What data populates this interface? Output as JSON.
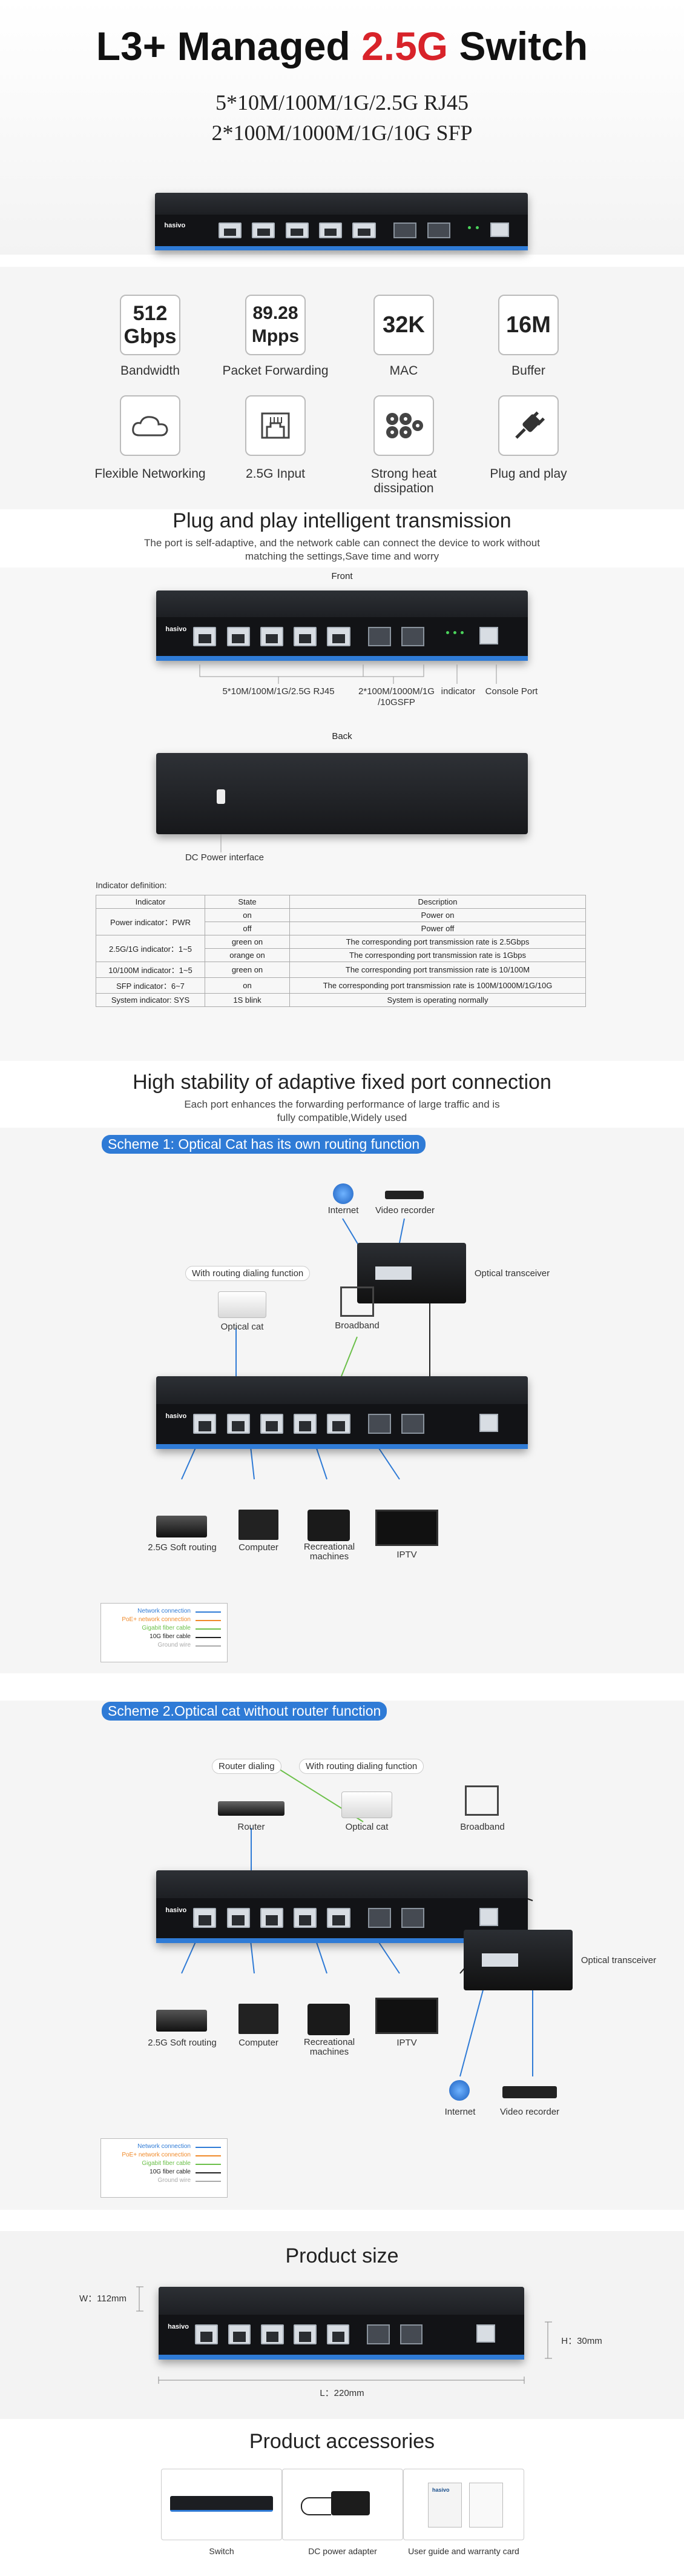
{
  "header": {
    "title_a": "L3+ Managed ",
    "title_b": "2.5G",
    "title_c": " Switch",
    "line1": "5*10M/100M/1G/2.5G RJ45",
    "line2": "2*100M/1000M/1G/10G SFP",
    "brand": "hasivo"
  },
  "features": [
    {
      "value": "512\nGbps",
      "label": "Bandwidth"
    },
    {
      "value": "89.28\nMpps",
      "label": "Packet Forwarding"
    },
    {
      "value": "32K",
      "label": "MAC"
    },
    {
      "value": "16M",
      "label": "Buffer"
    },
    {
      "icon": "cloud-icon",
      "label": "Flexible Networking"
    },
    {
      "icon": "rj45-icon",
      "label": "2.5G Input"
    },
    {
      "icon": "fan-icon",
      "label": "Strong heat dissipation"
    },
    {
      "icon": "plug-icon",
      "label": "Plug and play"
    }
  ],
  "plug": {
    "title": "Plug and play intelligent transmission",
    "desc1": "The port is self-adaptive, and the network cable can connect the device to work without",
    "desc2": "matching the settings,Save time and worry",
    "front": "Front",
    "back": "Back",
    "rj45": "5*10M/100M/1G/2.5G RJ45",
    "sfp1": "2*100M/1000M/1G",
    "sfp2": "/10GSFP",
    "indicator": "indicator",
    "console": "Console Port",
    "dc": "DC Power interface",
    "def": "Indicator definition:"
  },
  "table": {
    "headers": [
      "Indicator",
      "State",
      "Description"
    ],
    "rows": [
      [
        "Power indicator：PWR",
        "on",
        "Power on"
      ],
      [
        "",
        "off",
        "Power off"
      ],
      [
        "2.5G/1G indicator：1~5",
        "green on",
        "The corresponding port transmission rate is 2.5Gbps"
      ],
      [
        "",
        "orange on",
        "The corresponding port transmission rate is 1Gbps"
      ],
      [
        "10/100M indicator：1~5",
        "green on",
        "The corresponding port transmission rate is 10/100M"
      ],
      [
        "SFP indicator：6~7",
        "on",
        "The corresponding port transmission rate is 100M/1000M/1G/10G"
      ],
      [
        "System indicator: SYS",
        "1S blink",
        "System is operating normally"
      ]
    ]
  },
  "stab": {
    "title": "High stability of adaptive fixed port connection",
    "d1": "Each port enhances the forwarding performance of large traffic and is",
    "d2": "fully compatible,Widely used"
  },
  "s1": {
    "banner": "Scheme 1: Optical Cat has its own routing function",
    "internet": "Internet",
    "video": "Video recorder",
    "transceiver": "Optical transceiver",
    "bubble": "With routing dialing function",
    "ocat": "Optical cat",
    "broadband": "Broadband",
    "d1": "2.5G Soft routing",
    "d2": "Computer",
    "d3": "Recreational machines",
    "d4": "IPTV"
  },
  "s2": {
    "banner": "Scheme 2.Optical cat without router function",
    "bubble1": "Router dialing",
    "bubble2": "With routing dialing function",
    "router": "Router",
    "ocat": "Optical cat",
    "broadband": "Broadband",
    "d1": "2.5G Soft routing",
    "d2": "Computer",
    "d3": "Recreational machines",
    "d4": "IPTV",
    "transceiver": "Optical transceiver",
    "internet": "Internet",
    "video": "Video recorder"
  },
  "legend": [
    {
      "label": "Network connection",
      "color": "#2f7bd6"
    },
    {
      "label": "PoE+ network connection",
      "color": "#f08a2a"
    },
    {
      "label": "Gigabit fiber cable",
      "color": "#6cc04a"
    },
    {
      "label": "10G fiber cable",
      "color": "#222222"
    },
    {
      "label": "Ground wire",
      "color": "#aaaaaa"
    }
  ],
  "size": {
    "title": "Product size",
    "w": "W：112mm",
    "h": "H：30mm",
    "l": "L：220mm"
  },
  "acc": {
    "title": "Product accessories",
    "items": [
      "Switch",
      "DC power adapter",
      "User guide and warranty card"
    ]
  },
  "colors": {
    "accent": "#d8232a",
    "blue": "#2f7bd6"
  }
}
